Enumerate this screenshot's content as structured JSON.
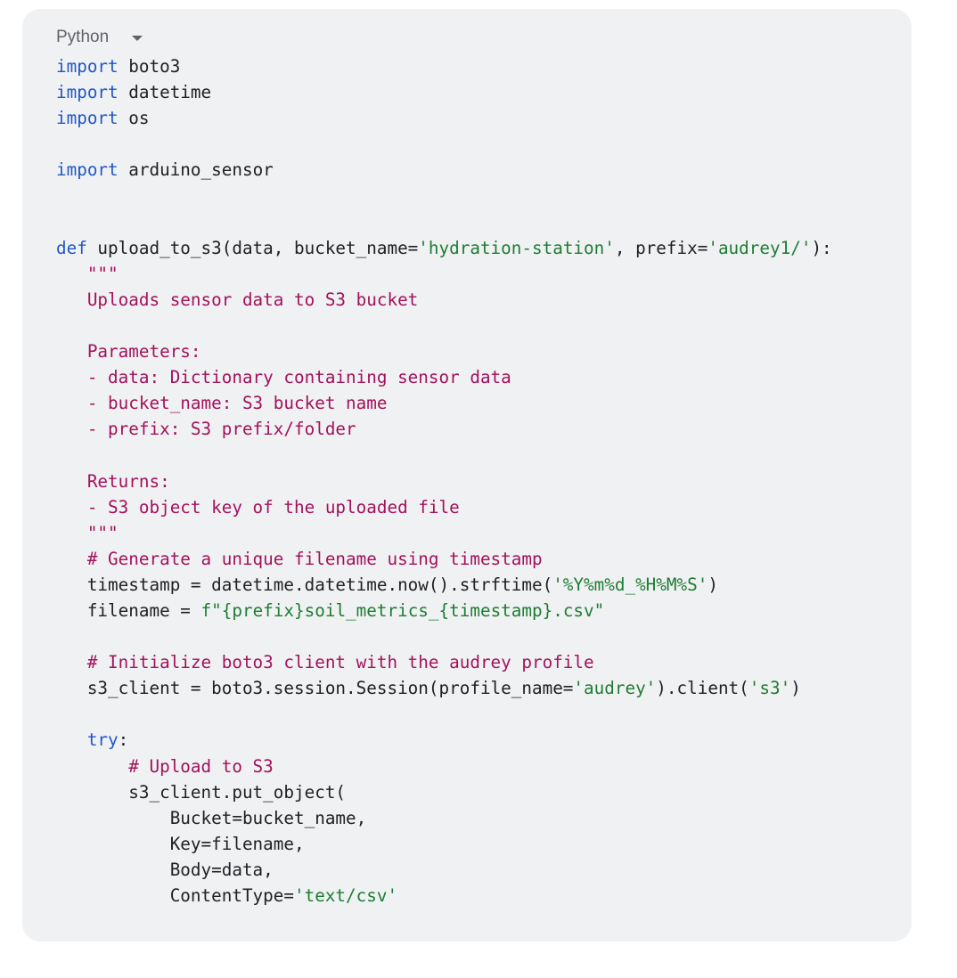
{
  "code_block": {
    "language": "Python",
    "lines": [
      [
        {
          "t": "kw",
          "v": "import"
        },
        {
          "t": "pl",
          "v": " boto3"
        }
      ],
      [
        {
          "t": "kw",
          "v": "import"
        },
        {
          "t": "pl",
          "v": " datetime"
        }
      ],
      [
        {
          "t": "kw",
          "v": "import"
        },
        {
          "t": "pl",
          "v": " os"
        }
      ],
      [],
      [
        {
          "t": "kw",
          "v": "import"
        },
        {
          "t": "pl",
          "v": " arduino_sensor"
        }
      ],
      [],
      [],
      [
        {
          "t": "kw",
          "v": "def"
        },
        {
          "t": "pl",
          "v": " upload_to_s3(data, bucket_name="
        },
        {
          "t": "str",
          "v": "'hydration-station'"
        },
        {
          "t": "pl",
          "v": ", prefix="
        },
        {
          "t": "str",
          "v": "'audrey1/'"
        },
        {
          "t": "pl",
          "v": "):"
        }
      ],
      [
        {
          "t": "doc",
          "v": "   \"\"\""
        }
      ],
      [
        {
          "t": "doc",
          "v": "   Uploads sensor data to S3 bucket"
        }
      ],
      [],
      [
        {
          "t": "doc",
          "v": "   Parameters:"
        }
      ],
      [
        {
          "t": "doc",
          "v": "   - data: Dictionary containing sensor data"
        }
      ],
      [
        {
          "t": "doc",
          "v": "   - bucket_name: S3 bucket name"
        }
      ],
      [
        {
          "t": "doc",
          "v": "   - prefix: S3 prefix/folder"
        }
      ],
      [],
      [
        {
          "t": "doc",
          "v": "   Returns:"
        }
      ],
      [
        {
          "t": "doc",
          "v": "   - S3 object key of the uploaded file"
        }
      ],
      [
        {
          "t": "doc",
          "v": "   \"\"\""
        }
      ],
      [
        {
          "t": "cm",
          "v": "   # Generate a unique filename using timestamp"
        }
      ],
      [
        {
          "t": "pl",
          "v": "   timestamp = datetime.datetime.now().strftime("
        },
        {
          "t": "str",
          "v": "'%Y%m%d_%H%M%S'"
        },
        {
          "t": "pl",
          "v": ")"
        }
      ],
      [
        {
          "t": "pl",
          "v": "   filename = "
        },
        {
          "t": "str",
          "v": "f\"{prefix}soil_metrics_{timestamp}.csv\""
        }
      ],
      [],
      [
        {
          "t": "cm",
          "v": "   # Initialize boto3 client with the audrey profile"
        }
      ],
      [
        {
          "t": "pl",
          "v": "   s3_client = boto3.session.Session(profile_name="
        },
        {
          "t": "str",
          "v": "'audrey'"
        },
        {
          "t": "pl",
          "v": ").client("
        },
        {
          "t": "str",
          "v": "'s3'"
        },
        {
          "t": "pl",
          "v": ")"
        }
      ],
      [],
      [
        {
          "t": "kw",
          "v": "   try"
        },
        {
          "t": "pl",
          "v": ":"
        }
      ],
      [
        {
          "t": "cm",
          "v": "       # Upload to S3"
        }
      ],
      [
        {
          "t": "pl",
          "v": "       s3_client.put_object("
        }
      ],
      [
        {
          "t": "pl",
          "v": "           Bucket=bucket_name,"
        }
      ],
      [
        {
          "t": "pl",
          "v": "           Key=filename,"
        }
      ],
      [
        {
          "t": "pl",
          "v": "           Body=data,"
        }
      ],
      [
        {
          "t": "pl",
          "v": "           ContentType="
        },
        {
          "t": "str",
          "v": "'text/csv'"
        }
      ]
    ]
  },
  "colors": {
    "keyword": "#2158c4",
    "string": "#1e7d32",
    "docstring_comment": "#a3125b",
    "plain": "#202124",
    "card_background": "#f0f1f3"
  },
  "icons": {
    "language_dropdown": "chevron-down-icon"
  }
}
